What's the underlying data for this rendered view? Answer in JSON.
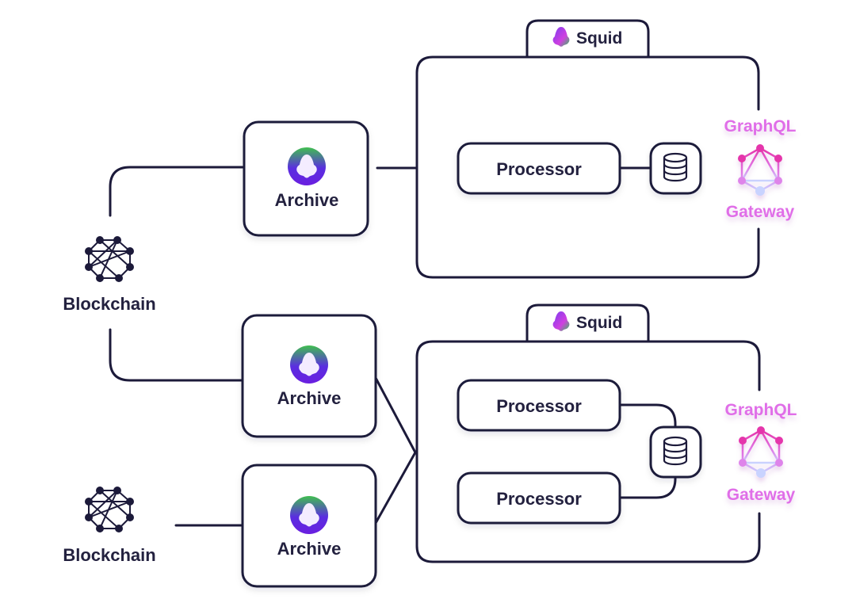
{
  "diagram": {
    "colors": {
      "stroke": "#1c1a3a",
      "text": "#23213f",
      "graphql_pink": "#e535ab",
      "graphql_text": "#e06ee8",
      "graphql_light": "#c9d3ff",
      "archive_green": "#3fbf4f",
      "archive_purple": "#6a1fe0"
    },
    "blockchains": [
      {
        "label": "Blockchain",
        "icon": "blockchain-network-icon"
      },
      {
        "label": "Blockchain",
        "icon": "blockchain-network-icon"
      }
    ],
    "archives": [
      {
        "label": "Archive",
        "icon": "archive-logo-icon"
      },
      {
        "label": "Archive",
        "icon": "archive-logo-icon"
      },
      {
        "label": "Archive",
        "icon": "archive-logo-icon"
      }
    ],
    "squids": [
      {
        "tab_label": "Squid",
        "icon": "squid-logo-icon",
        "processors": [
          "Processor"
        ],
        "database_icon": "database-icon",
        "gateway": {
          "top": "GraphQL",
          "bottom": "Gateway",
          "icon": "graphql-icon"
        }
      },
      {
        "tab_label": "Squid",
        "icon": "squid-logo-icon",
        "processors": [
          "Processor",
          "Processor"
        ],
        "database_icon": "database-icon",
        "gateway": {
          "top": "GraphQL",
          "bottom": "Gateway",
          "icon": "graphql-icon"
        }
      }
    ],
    "connections": [
      {
        "from": "blockchain-1",
        "to": "archive-1"
      },
      {
        "from": "blockchain-1",
        "to": "archive-2"
      },
      {
        "from": "blockchain-2",
        "to": "archive-3"
      },
      {
        "from": "archive-1",
        "to": "squid-1"
      },
      {
        "from": "archive-2",
        "to": "squid-2"
      },
      {
        "from": "archive-3",
        "to": "squid-2"
      },
      {
        "from": "squid-1.processor-1",
        "to": "squid-1.database"
      },
      {
        "from": "squid-2.processor-1",
        "to": "squid-2.database"
      },
      {
        "from": "squid-2.processor-2",
        "to": "squid-2.database"
      }
    ]
  }
}
